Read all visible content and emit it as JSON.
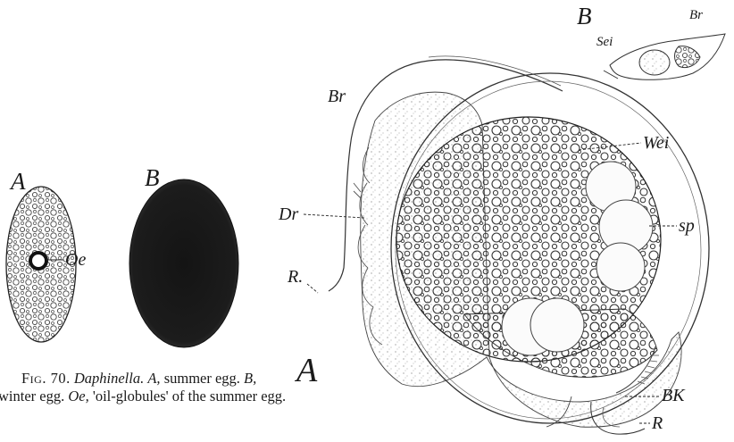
{
  "figure70": {
    "label_a": "A",
    "label_b": "B",
    "label_oe": "Oe",
    "caption": {
      "fig_number": "Fig. 70.",
      "genus": "Daphinella.",
      "text_1": "A,",
      "text_2": "summer egg.",
      "text_3": "B,",
      "text_4": "winter egg.",
      "text_5": "Oe,",
      "text_6": "'oil-globules' of the summer egg."
    }
  },
  "main_figure": {
    "label_a": "A",
    "label_br": "Br",
    "label_dr": "Dr",
    "label_r_upper": "R.",
    "label_wei": "Wei",
    "label_sp": "sp",
    "label_bk": "BK",
    "label_r_lower": "R"
  },
  "inset_b": {
    "label_b": "B",
    "label_br": "Br",
    "label_sei": "Sei"
  }
}
